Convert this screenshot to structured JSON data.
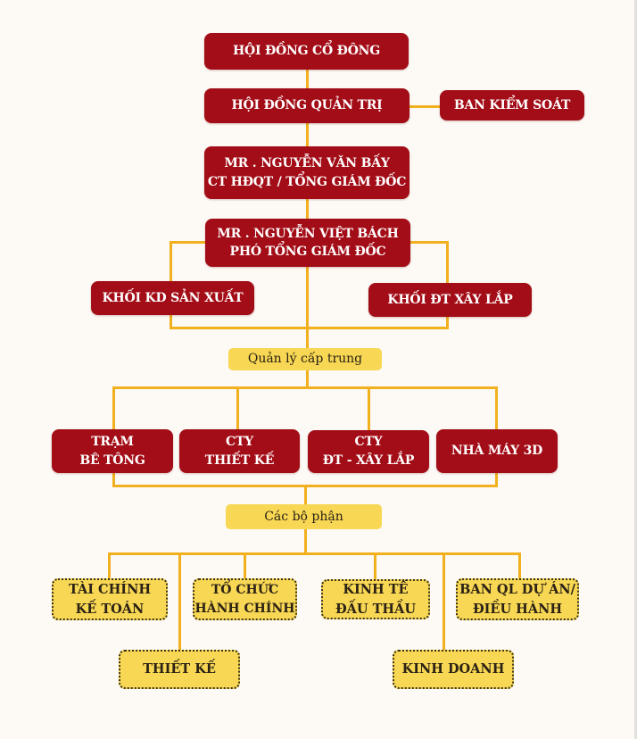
{
  "chart_title": "",
  "colors": {
    "executive_box": "#a30d17",
    "department_box": "#f7d753",
    "connector": "#f2b01e",
    "background": "#fdfaf5"
  },
  "level_top": {
    "shareholders": "HỘI ĐỒNG CỔ ĐÔNG",
    "board": "HỘI ĐỒNG QUẢN TRỊ",
    "supervisory": "BAN KIỂM SOÁT"
  },
  "chairman": {
    "name": "MR . NGUYỄN VĂN BẤY",
    "title": "CT HĐQT / TỔNG GIÁM ĐỐC"
  },
  "deputy": {
    "name": "MR . NGUYỄN VIỆT BÁCH",
    "title": "PHÓ TỔNG GIÁM ĐỐC"
  },
  "blocks": [
    {
      "label": "KHỐI KD SẢN XUẤT"
    },
    {
      "label": "KHỐI ĐT XÂY LẮP"
    }
  ],
  "middle_management": {
    "label": "Quản lý cấp trung",
    "units": [
      {
        "line1": "TRẠM",
        "line2": "BÊ TÔNG"
      },
      {
        "line1": "CTY",
        "line2": "THIẾT KẾ"
      },
      {
        "line1": "CTY",
        "line2": "ĐT - XÂY LẮP"
      },
      {
        "line1": "NHÀ MÁY 3D",
        "line2": ""
      }
    ]
  },
  "departments": {
    "label": "Các bộ phận",
    "items": [
      {
        "line1": "TÀI CHÍNH",
        "line2": "KẾ TOÁN"
      },
      {
        "line1": "THIẾT KẾ",
        "line2": ""
      },
      {
        "line1": "TỔ CHỨC",
        "line2": "HÀNH CHÍNH"
      },
      {
        "line1": "KINH TẾ",
        "line2": "ĐẤU THẦU"
      },
      {
        "line1": "KINH DOANH",
        "line2": ""
      },
      {
        "line1": "BAN QL DỰ ÁN/",
        "line2": "ĐIỀU HÀNH"
      }
    ]
  }
}
